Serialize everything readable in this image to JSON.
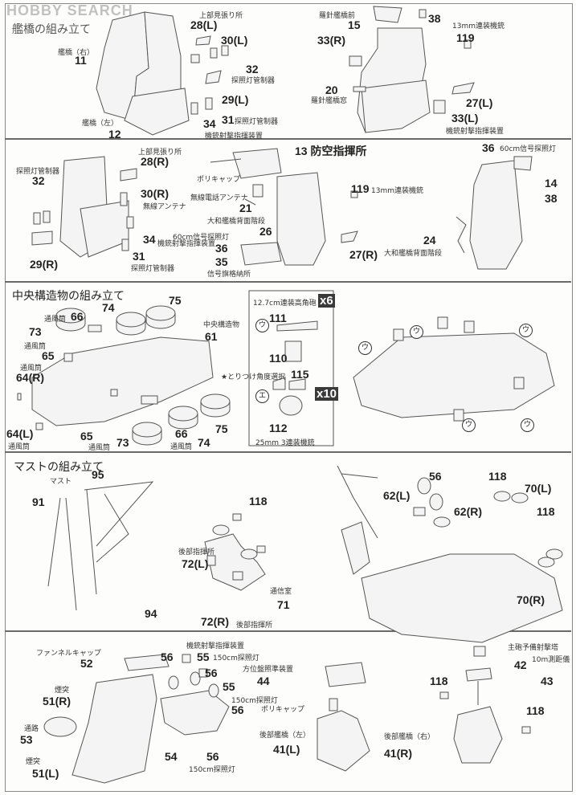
{
  "watermark": "HOBBY SEARCH",
  "s1": {
    "title": "艦橋の組み立て",
    "l": [
      "上部見張り所",
      "28(L)",
      "30(L)",
      "32",
      "探照灯管制器",
      "29(L)",
      "31",
      "探照灯管制器",
      "34",
      "機銃射撃指揮装置",
      "艦橋（右）",
      "11",
      "艦橋（左）",
      "12",
      "羅針艦橋前",
      "15",
      "38",
      "13mm連装機銃",
      "119",
      "33(R)",
      "20",
      "羅針艦橋窓",
      "27(L)",
      "33(L)",
      "機銃射撃指揮装置"
    ]
  },
  "s2": {
    "l": [
      "上部見張り所",
      "28(R)",
      "探照灯管制器",
      "32",
      "30(R)",
      "無線アンテナ",
      "34",
      "機銃射撃指揮装置",
      "31",
      "探照灯管制器",
      "29(R)",
      "13 防空指揮所",
      "ポリキャップ",
      "無線電話アンテナ",
      "21",
      "大和艦橋背面階段",
      "26",
      "60cm信号探照灯",
      "36",
      "35",
      "信号旗格納所",
      "119",
      "13mm連装機銃",
      "27(R)",
      "36",
      "60cm信号探照灯",
      "14",
      "38",
      "24",
      "大和艦橋背面階段"
    ]
  },
  "s3": {
    "title": "中央構造物の組み立て",
    "l": [
      "75",
      "74",
      "通風筒",
      "66",
      "73",
      "通風筒",
      "65",
      "通風筒",
      "64(R)",
      "中央構造物",
      "61",
      "64(L)",
      "通風筒",
      "65",
      "通風筒",
      "73",
      "66",
      "通風筒",
      "74",
      "75"
    ],
    "box": {
      "title": "12.7cm連装高角砲",
      "mult1": "x6",
      "p1": "111",
      "p2": "110",
      "select": "★とりつけ角度選択",
      "p3": "115",
      "mult2": "x10",
      "p4": "112",
      "caption": "25mm 3連装機銃",
      "mark_u": "ウ",
      "mark_e": "エ"
    }
  },
  "s4": {
    "title": "マストの組み立て",
    "l": [
      "マスト",
      "95",
      "91",
      "94",
      "118",
      "後部指揮所",
      "72(L)",
      "通信室",
      "71",
      "72(R)",
      "後部指揮所",
      "56",
      "62(L)",
      "62(R)",
      "118",
      "70(L)",
      "118",
      "70(R)"
    ]
  },
  "s5": {
    "l": [
      "ファンネルキャップ",
      "52",
      "煙突",
      "51(R)",
      "通路",
      "53",
      "煙突",
      "51(L)",
      "56",
      "機銃射撃指揮装置",
      "55",
      "150cm探照灯",
      "56",
      "55",
      "150cm探照灯",
      "56",
      "54",
      "56",
      "150cm探照灯",
      "方位盤照準装置",
      "44",
      "ポリキャップ",
      "後部艦橋（左）",
      "41(L)",
      "後部艦橋（右）",
      "41(R)",
      "主砲予備射撃塔",
      "42",
      "10m測距儀",
      "43",
      "118",
      "118"
    ]
  }
}
